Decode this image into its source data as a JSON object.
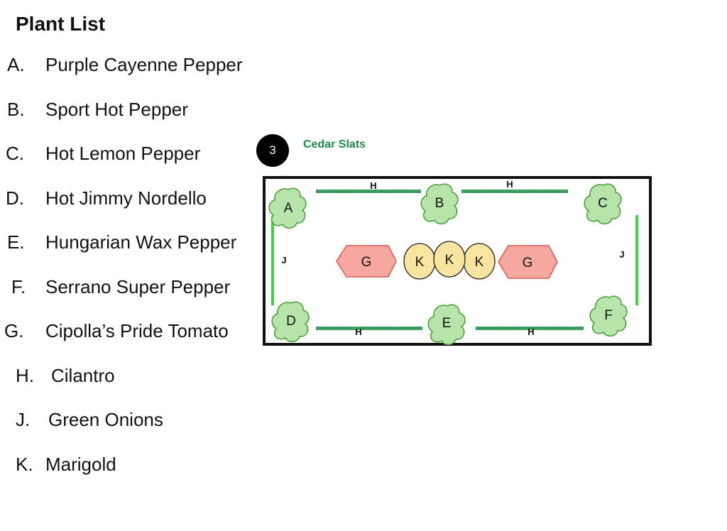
{
  "title": "Plant List",
  "plants": [
    {
      "key": "A.",
      "name": "Purple Cayenne Pepper"
    },
    {
      "key": "B.",
      "name": "Sport Hot Pepper"
    },
    {
      "key": "C.",
      "name": "Hot Lemon Pepper"
    },
    {
      "key": "D.",
      "name": "Hot Jimmy Nordello"
    },
    {
      "key": "E.",
      "name": "Hungarian Wax Pepper"
    },
    {
      "key": "F.",
      "name": "Serrano Super Pepper"
    },
    {
      "key": "G.",
      "name": "Cipolla’s Pride Tomato"
    },
    {
      "key": "H.",
      "name": "Cilantro"
    },
    {
      "key": "J.",
      "name": "Green Onions"
    },
    {
      "key": "K.",
      "name": "Marigold"
    }
  ],
  "bed": {
    "number": "3",
    "label": "Cedar Slats",
    "pepper_labels": [
      "A",
      "B",
      "C",
      "D",
      "E",
      "F"
    ],
    "tomato_label": "G",
    "cilantro_label": "H",
    "onion_label": "J",
    "marigold_label": "K"
  },
  "colors": {
    "pepper_fill": "#b7e4a9",
    "pepper_stroke": "#4c9a3a",
    "tomato_fill": "#f6a8a0",
    "tomato_stroke": "#d95a50",
    "marigold_fill": "#f7e5a0",
    "marigold_stroke": "#222222",
    "cilantro": "#2e8b57",
    "onion": "#3fd43f",
    "label_green": "#1e8a44"
  },
  "icons": {
    "pepper": "shrub-icon",
    "tomato": "hexagon-icon",
    "marigold": "circle-icon"
  }
}
